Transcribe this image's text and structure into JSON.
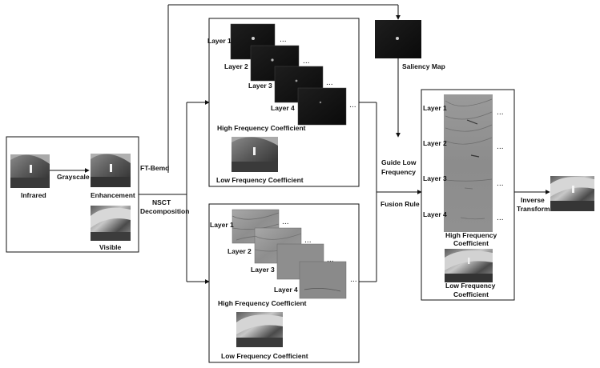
{
  "inputs": {
    "infrared": "Infrared",
    "grayscale": "Grayscale",
    "enhancement": "Enhancement",
    "visible": "Visible"
  },
  "branches": {
    "ft_bemd": "FT-Bemd",
    "nsct_line1": "NSCT",
    "nsct_line2": "Decomposition"
  },
  "top_panel": {
    "layers": [
      "Layer 1",
      "Layer 2",
      "Layer 3",
      "Layer 4"
    ],
    "high_freq": "High Frequency Coefficient",
    "low_freq": "Low Frequency Coefficient"
  },
  "bottom_panel": {
    "layers": [
      "Layer 1",
      "Layer 2",
      "Layer 3",
      "Layer 4"
    ],
    "high_freq": "High Frequency Coefficient",
    "low_freq": "Low Frequency Coefficient"
  },
  "saliency_map": "Saliency Map",
  "guide_low": {
    "line1": "Guide Low",
    "line2": "Frequency"
  },
  "fusion_rule": "Fusion Rule",
  "fused_panel": {
    "layers": [
      "Layer 1",
      "Layer 2",
      "Layer 3",
      "Layer 4"
    ],
    "high_line1": "High Frequency",
    "high_line2": "Coefficient",
    "low_line1": "Low Frequency",
    "low_line2": "Coefficient"
  },
  "inverse": {
    "line1": "Inverse",
    "line2": "Transform"
  },
  "ellipsis": "..."
}
